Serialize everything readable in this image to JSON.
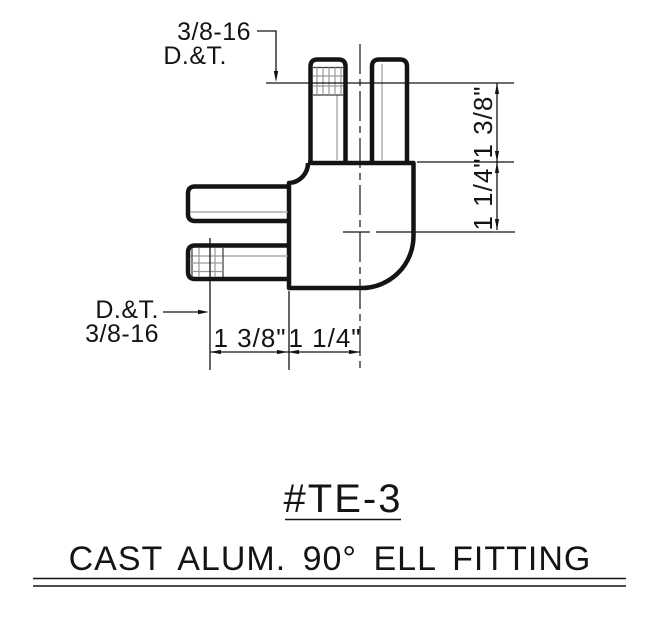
{
  "callouts": {
    "top": {
      "thread_spec": "3/8-16",
      "operation": "D.&T."
    },
    "bottom": {
      "operation": "D.&T.",
      "thread_spec": "3/8-16"
    }
  },
  "dimensions": {
    "right_upper": "1 3/8\"",
    "right_lower": "1 1/4\"",
    "bottom_left": "1 3/8\"",
    "bottom_right": "1 1/4\""
  },
  "title_block": {
    "part_number": "#TE-3",
    "description": "CAST ALUM. 90° ELL FITTING"
  },
  "colors": {
    "ink": "#141414",
    "thread_hatch": "#9a9a9a",
    "background": "#ffffff"
  }
}
